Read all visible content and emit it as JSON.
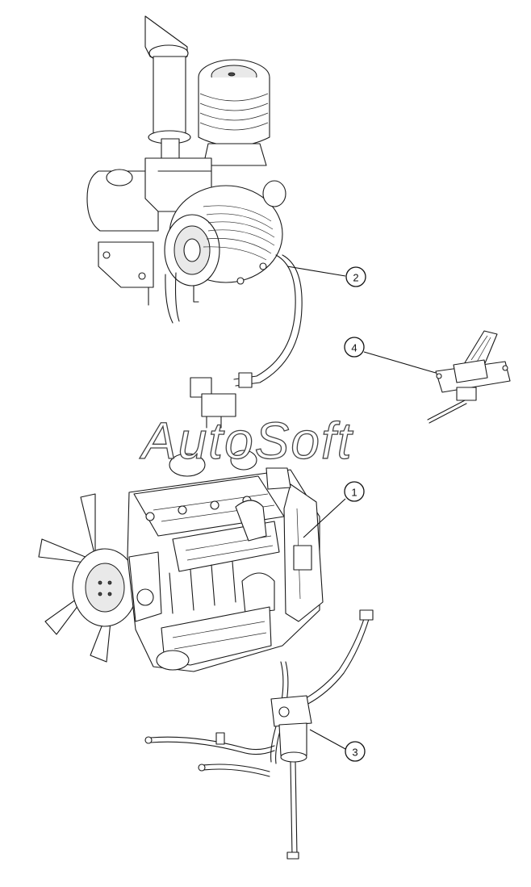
{
  "watermark": {
    "text": "AutoSoft"
  },
  "callouts": [
    {
      "id": "1",
      "label": "1"
    },
    {
      "id": "2",
      "label": "2"
    },
    {
      "id": "3",
      "label": "3"
    },
    {
      "id": "4",
      "label": "4"
    }
  ]
}
